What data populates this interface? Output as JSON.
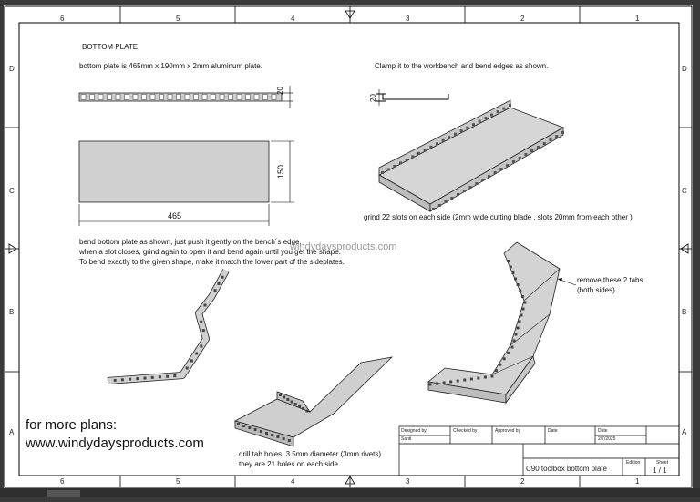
{
  "drawing": {
    "heading": "BOTTOM PLATE",
    "plate_spec": "bottom plate is 465mm x 190mm x 2mm aluminum plate.",
    "clamp_note": "Clamp it to the workbench and bend edges as shown.",
    "grind_note": "grind 22 slots on each side (2mm wide cutting blade , slots 20mm from each other )",
    "bend_notes": [
      "bend bottom plate as shown, just push it gently on the bench´s edge.",
      "when a slot closes, grind again to open it and bend again until you get the shape.",
      "To bend exactly to the given shape, make it match the lower part of the sideplates."
    ],
    "tabs_note": [
      "remove these 2 tabs",
      "(both sides)"
    ],
    "drill_note": [
      "drill tab holes, 3.5mm diameter (3mm rivets)",
      "they are 21 holes on each side."
    ],
    "watermark": "windydaysproducts.com",
    "more_plans": [
      "for more plans:",
      "www.windydaysproducts.com"
    ],
    "dims": {
      "strip_height": "20",
      "plate_height": "150",
      "plate_width": "465",
      "profile_height": "20"
    }
  },
  "zones": {
    "columns": [
      "6",
      "5",
      "4",
      "3",
      "2",
      "1"
    ],
    "rows": [
      "D",
      "C",
      "B",
      "A"
    ]
  },
  "title_block": {
    "designed_by_label": "Designed by",
    "designed_by_value": "Santi",
    "checked_by_label": "Checked by",
    "approved_by_label": "Approved by",
    "date_label": "Date",
    "date_label_2": "Date",
    "date_value": "2/7/2025",
    "title": "C90 toolbox bottom plate",
    "edition_label": "Edition",
    "sheet_label": "Sheet",
    "sheet_value": "1 / 1"
  }
}
